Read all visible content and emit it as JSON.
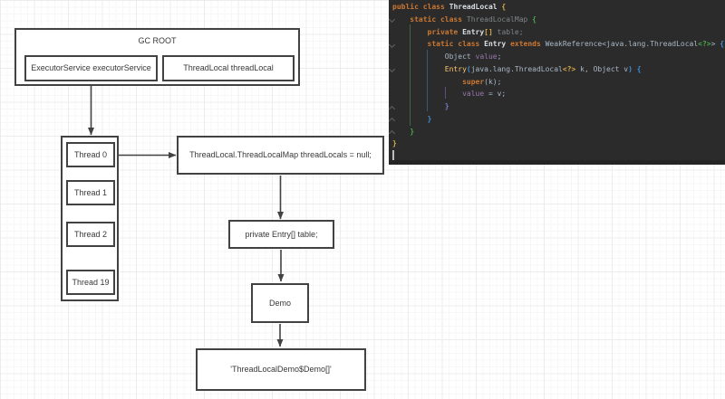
{
  "diagram": {
    "gc_root": {
      "label": "GC ROOT",
      "executor_label": "ExecutorService executorService",
      "threadlocal_label": "ThreadLocal threadLocal"
    },
    "thread_list": {
      "items": [
        {
          "label": "Thread 0"
        },
        {
          "label": "Thread 1"
        },
        {
          "label": "Thread 2"
        },
        {
          "label": "Thread 19"
        }
      ]
    },
    "nodes": {
      "thread_local_map": {
        "label": "ThreadLocal.ThreadLocalMap threadLocals = null;"
      },
      "entry_table": {
        "label": "private Entry[] table;"
      },
      "demo": {
        "label": "Demo"
      },
      "demo_array": {
        "label": "'ThreadLocalDemo$Demo[]'"
      }
    }
  },
  "code_editor": {
    "language": "java",
    "lines": [
      {
        "tokens": [
          {
            "c": "kw",
            "t": "public class "
          },
          {
            "c": "cls",
            "t": "ThreadLocal "
          },
          {
            "c": "b1",
            "t": "{"
          }
        ]
      },
      {
        "tokens": [
          {
            "c": "pl",
            "t": "    "
          },
          {
            "c": "kw",
            "t": "static class "
          },
          {
            "c": "gr",
            "t": "ThreadLocalMap "
          },
          {
            "c": "b2",
            "t": "{"
          }
        ]
      },
      {
        "tokens": [
          {
            "c": "pl",
            "t": "        "
          },
          {
            "c": "kw",
            "t": "private "
          },
          {
            "c": "cls",
            "t": "Entry"
          },
          {
            "c": "b1",
            "t": "[]"
          },
          {
            "c": "pl",
            "t": " "
          },
          {
            "c": "gr",
            "t": "table;"
          }
        ]
      },
      {
        "tokens": [
          {
            "c": "pl",
            "t": "        "
          },
          {
            "c": "kw",
            "t": "static class "
          },
          {
            "c": "cls",
            "t": "Entry "
          },
          {
            "c": "kw",
            "t": "extends "
          },
          {
            "c": "pl",
            "t": "WeakReference<java.lang.ThreadLocal"
          },
          {
            "c": "b2",
            "t": "<?>"
          },
          {
            "c": "pl",
            "t": "> "
          },
          {
            "c": "b3",
            "t": "{"
          }
        ]
      },
      {
        "tokens": [
          {
            "c": "pl",
            "t": "            Object "
          },
          {
            "c": "fd",
            "t": "value"
          },
          {
            "c": "pl",
            "t": ";"
          }
        ]
      },
      {
        "tokens": [
          {
            "c": "pl",
            "t": "            "
          },
          {
            "c": "mt",
            "t": "Entry"
          },
          {
            "c": "b3",
            "t": "("
          },
          {
            "c": "pl",
            "t": "java.lang.ThreadLocal"
          },
          {
            "c": "b1",
            "t": "<?>"
          },
          {
            "c": "pl",
            "t": " k, Object v"
          },
          {
            "c": "b3",
            "t": ")"
          },
          {
            "c": "pl",
            "t": " "
          },
          {
            "c": "b3",
            "t": "{"
          }
        ]
      },
      {
        "tokens": [
          {
            "c": "pl",
            "t": "                "
          },
          {
            "c": "kw",
            "t": "super"
          },
          {
            "c": "pl",
            "t": "(k);"
          }
        ]
      },
      {
        "tokens": [
          {
            "c": "pl",
            "t": "                "
          },
          {
            "c": "fd",
            "t": "value"
          },
          {
            "c": "pl",
            "t": " = v;"
          }
        ]
      },
      {
        "tokens": [
          {
            "c": "pl",
            "t": "            "
          },
          {
            "c": "b4",
            "t": "}"
          }
        ]
      },
      {
        "tokens": [
          {
            "c": "pl",
            "t": "        "
          },
          {
            "c": "b3",
            "t": "}"
          }
        ]
      },
      {
        "tokens": [
          {
            "c": "pl",
            "t": "    "
          },
          {
            "c": "b2",
            "t": "}"
          }
        ]
      },
      {
        "tokens": [
          {
            "c": "b1",
            "t": "}"
          }
        ]
      }
    ]
  },
  "colors": {
    "diagram_border": "#424242",
    "diagram_text": "#383838",
    "editor_background": "#2b2b2b",
    "keyword": "#cc7832",
    "class_name": "#dadfe3",
    "unused_gray": "#7f8487",
    "field_purple": "#9876aa",
    "method_yellow": "#ffc66d",
    "plain_text": "#a9b7c6",
    "brace_level1": "#d5a94a",
    "brace_level2": "#4aa54a",
    "brace_level3": "#3f8fd6",
    "brace_level4": "#7d7dc8"
  }
}
